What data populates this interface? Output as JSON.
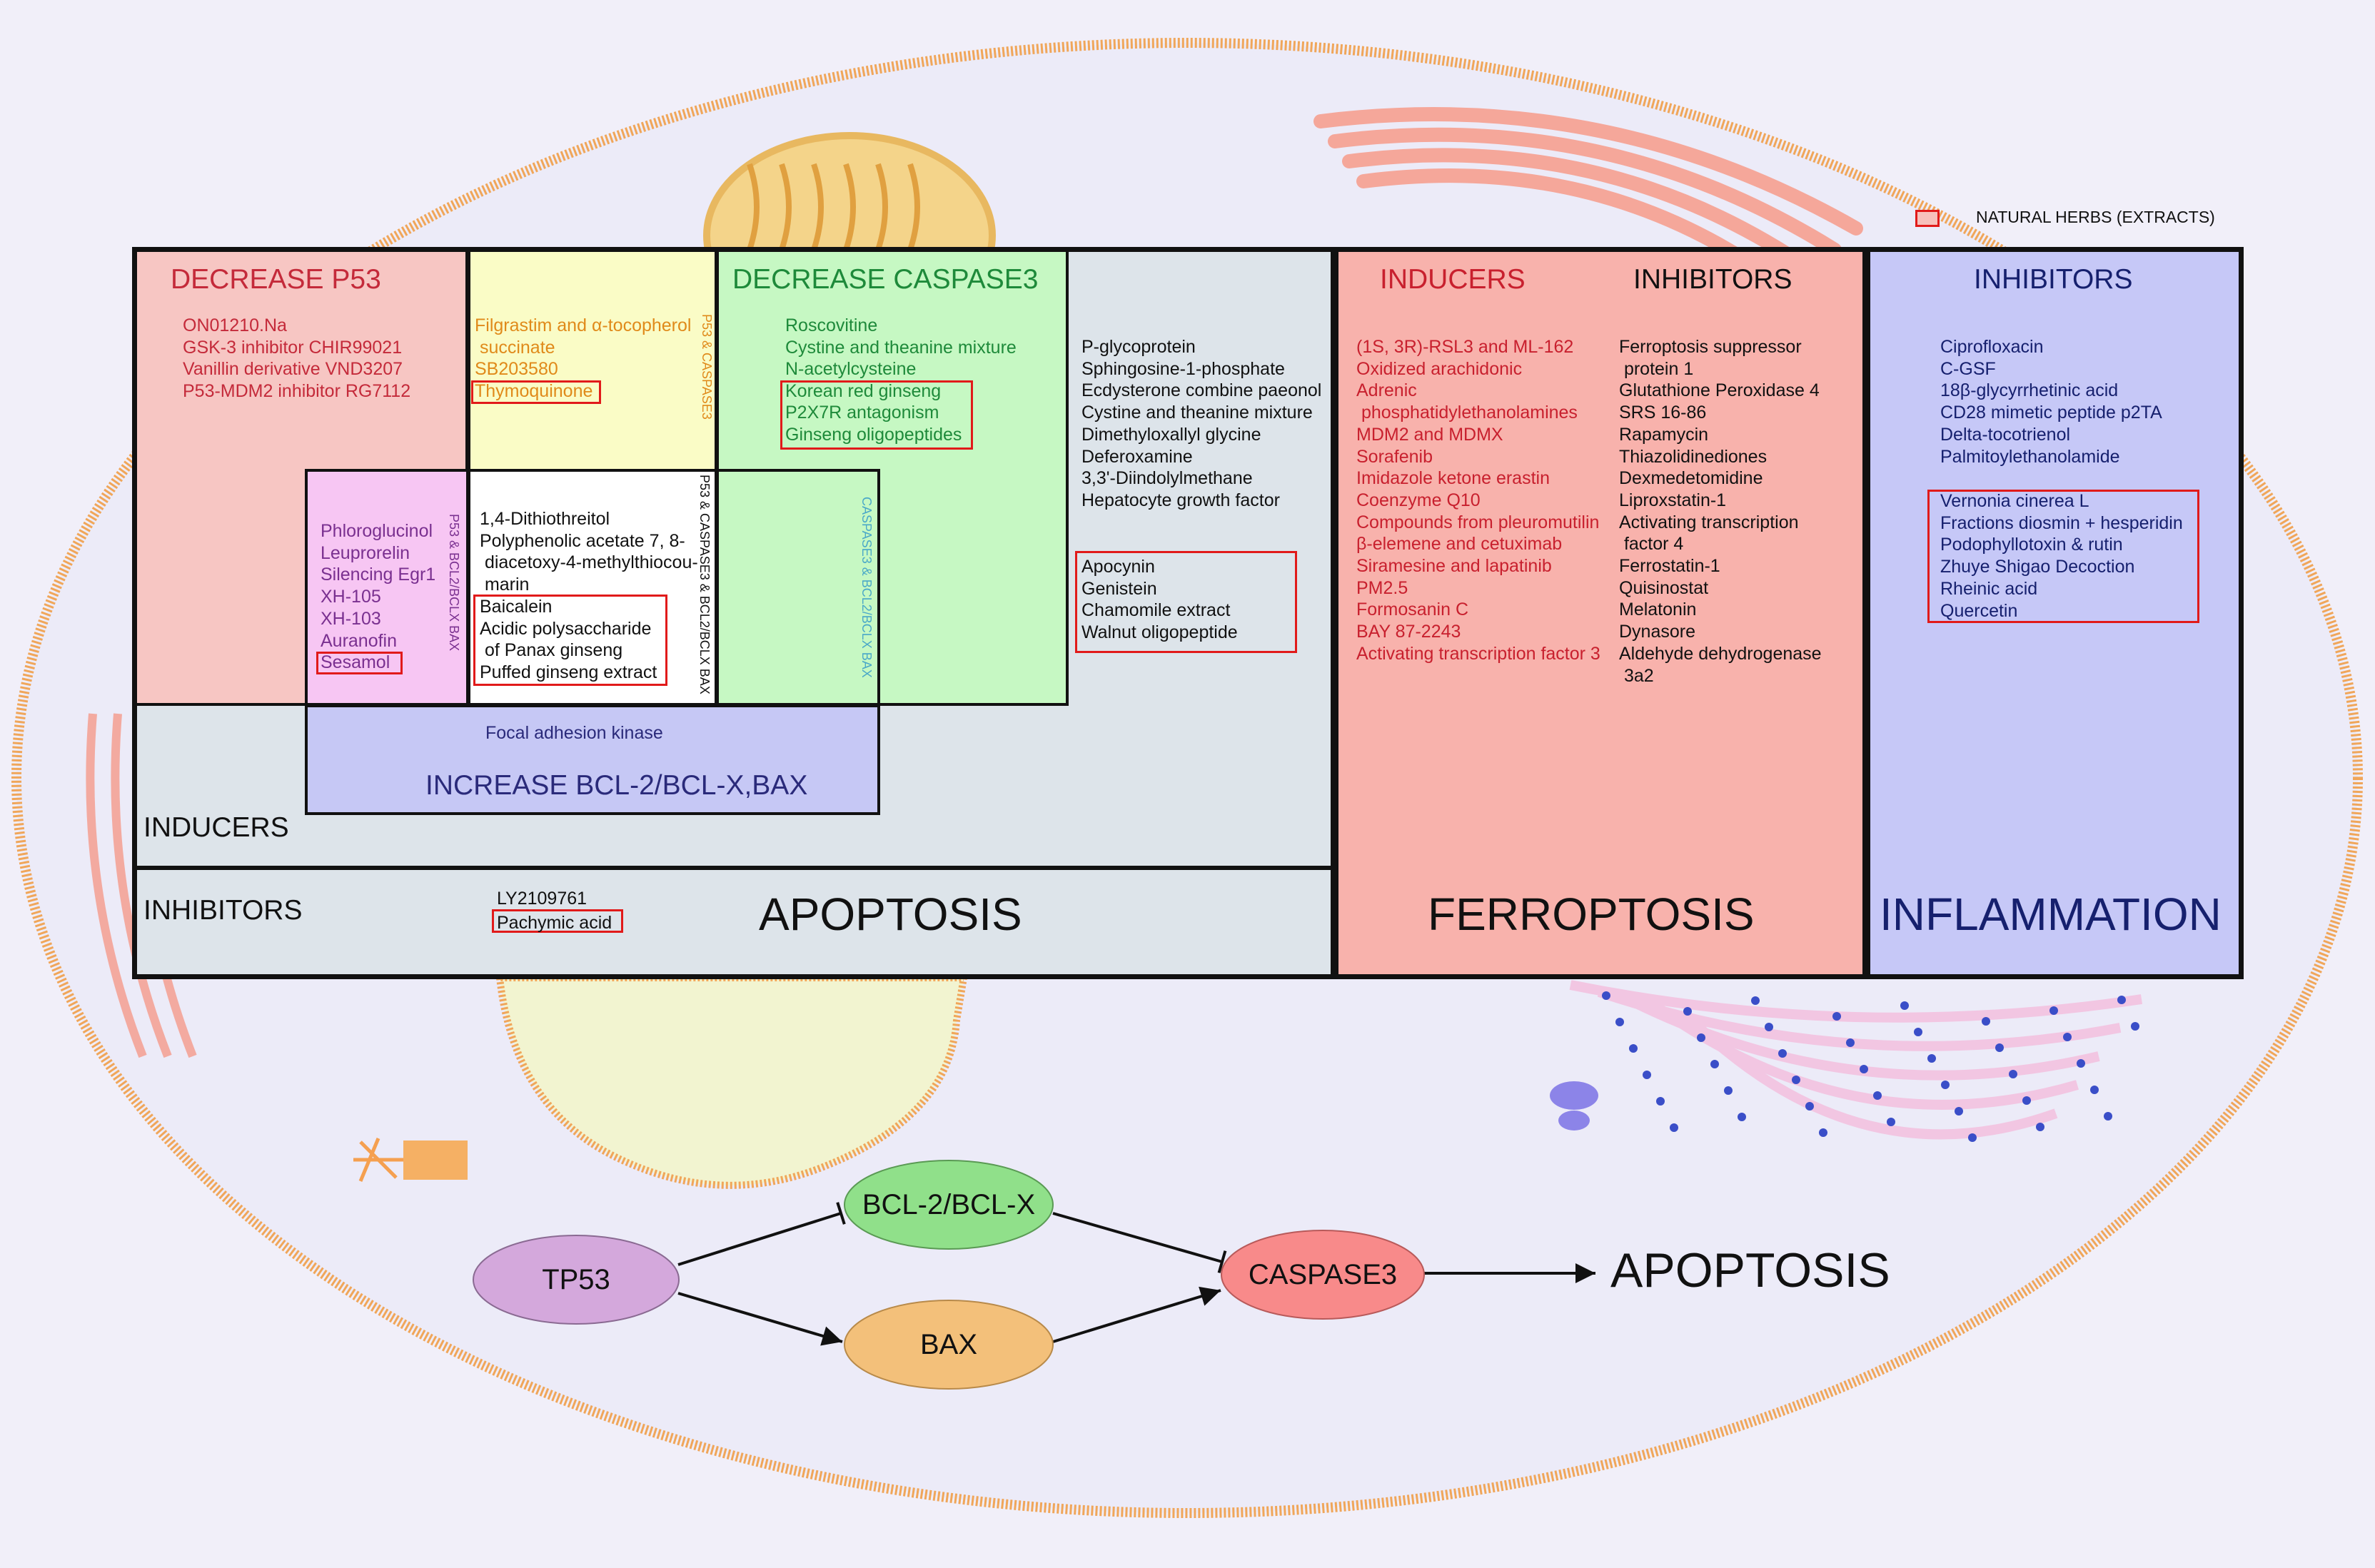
{
  "legend": {
    "label": "NATURAL HERBS (EXTRACTS)"
  },
  "apoptosis": {
    "title": "APOPTOSIS",
    "inducers_label": "INDUCERS",
    "inhibitors_label": "INHIBITORS",
    "decrease_p53": {
      "heading": "DECREASE P53",
      "items": [
        "ON01210.Na",
        "GSK-3 inhibitor CHIR99021",
        "Vanillin derivative VND3207",
        "P53-MDM2 inhibitor RG7112"
      ]
    },
    "p53_caspase3": {
      "side_label": "P53 & CASPASE3",
      "items": [
        "Filgrastim and α-tocopherol",
        " succinate",
        "SB203580",
        "Thymoquinone"
      ]
    },
    "decrease_caspase3": {
      "heading": "DECREASE CASPASE3",
      "items": [
        "Roscovitine",
        "Cystine and theanine mixture",
        "N-acetylcysteine",
        "Korean red ginseng",
        "P2X7R antagonism",
        "Ginseng oligopeptides"
      ]
    },
    "general_inducers": {
      "items": [
        "P-glycoprotein",
        "Sphingosine-1-phosphate",
        "Ecdysterone combine paeonol",
        "Cystine and theanine mixture",
        "Dimethyloxallyl glycine",
        "Deferoxamine",
        "3,3'-Diindolylmethane",
        "Hepatocyte growth factor"
      ],
      "herbs": [
        "Apocynin",
        "Genistein",
        "Chamomile extract",
        "Walnut oligopeptide"
      ]
    },
    "p53_bcl2": {
      "side_label": "P53 & BCL2/BCLX BAX",
      "items": [
        "Phloroglucinol",
        "Leuprorelin",
        "Silencing Egr1",
        "XH-105",
        "XH-103",
        "Auranofin",
        "Sesamol"
      ]
    },
    "triple": {
      "side_label": "P53 & CASPASE3 & BCL2/BCLX BAX",
      "items": [
        "1,4-Dithiothreitol",
        "Polyphenolic acetate 7, 8-",
        " diacetoxy-4-methylthiocou-",
        " marin",
        "Baicalein",
        "Acidic polysaccharide",
        " of Panax ginseng",
        "Puffed ginseng extract"
      ]
    },
    "caspase3_bcl2": {
      "side_label": "CASPASE3 & BCL2/BCLX BAX"
    },
    "increase_bcl2": {
      "heading": "INCREASE BCL-2/BCL-X,BAX",
      "items": [
        "Focal adhesion kinase"
      ]
    },
    "inhibitors": {
      "items": [
        "LY2109761",
        "Pachymic acid"
      ]
    }
  },
  "ferroptosis": {
    "title": "FERROPTOSIS",
    "inducers_label": "INDUCERS",
    "inhibitors_label": "INHIBITORS",
    "inducers": [
      "(1S, 3R)-RSL3 and ML-162",
      "Oxidized arachidonic",
      "Adrenic",
      " phosphatidylethanolamines",
      "MDM2 and MDMX",
      "Sorafenib",
      "Imidazole ketone erastin",
      "Coenzyme Q10",
      "Compounds from pleuromutilin",
      "β-elemene and cetuximab",
      "Siramesine and lapatinib",
      "PM2.5",
      "Formosanin C",
      "BAY 87-2243",
      "Activating transcription factor 3"
    ],
    "inhibitors": [
      "Ferroptosis suppressor",
      " protein 1",
      "Glutathione Peroxidase 4",
      "SRS 16-86",
      "Rapamycin",
      "Thiazolidinediones",
      "Dexmedetomidine",
      "Liproxstatin-1",
      "Activating transcription",
      " factor 4",
      "Ferrostatin-1",
      "Quisinostat",
      "Melatonin",
      "Dynasore",
      "Aldehyde dehydrogenase",
      " 3a2"
    ]
  },
  "inflammation": {
    "title": "INFLAMMATION",
    "inhibitors_label": "INHIBITORS",
    "items": [
      "Ciprofloxacin",
      "C-GSF",
      "18β-glycyrrhetinic acid",
      "CD28 mimetic peptide p2TA",
      "Delta-tocotrienol",
      "Palmitoylethanolamide"
    ],
    "herbs": [
      "Vernonia cinerea L",
      "Fractions diosmin + hesperidin",
      "Podophyllotoxin & rutin",
      "Zhuye Shigao Decoction",
      "Rheinic acid",
      "Quercetin"
    ]
  },
  "pathway": {
    "tp53": "TP53",
    "bcl2": "BCL-2/BCL-X",
    "bax": "BAX",
    "caspase3": "CASPASE3",
    "result": "APOPTOSIS"
  },
  "colors": {
    "p53_box": "#f7c6c3",
    "p53_text": "#c42a3a",
    "p53_casp_box": "#fafcc6",
    "p53_casp_text": "#e08a1a",
    "casp_box": "#c6f8c3",
    "casp_text": "#1e8a3a",
    "p53_bcl_box": "#f7c6f3",
    "p53_bcl_text": "#7a3090",
    "bcl_box": "#c6c8f5",
    "bcl_text": "#2a2a7a",
    "apoptosis_panel": "#dde4ea",
    "ferro_panel": "#f8b2ac",
    "ferro_text": "#c8202e",
    "inflam_panel": "#c6c8f7",
    "inflam_text": "#16206e",
    "herb_border": "#e11a1a"
  }
}
